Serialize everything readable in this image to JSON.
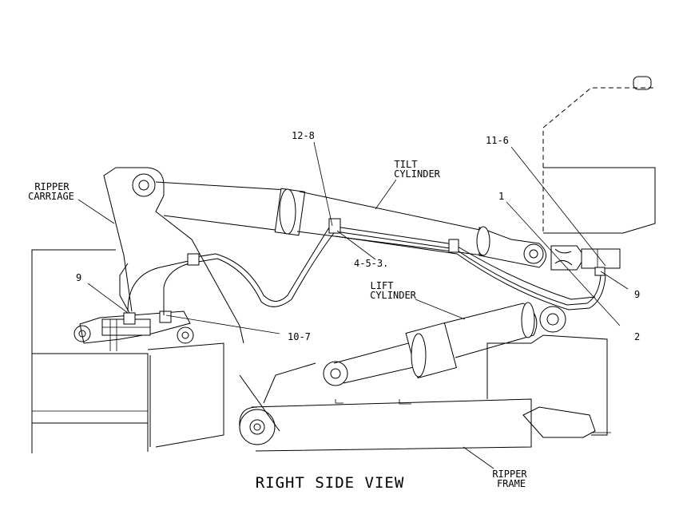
{
  "view_title": "RIGHT SIDE VIEW",
  "labels": {
    "ripper_carriage_1": "RIPPER",
    "ripper_carriage_2": "CARRIAGE",
    "tilt_cylinder_1": "TILT",
    "tilt_cylinder_2": "CYLINDER",
    "lift_cylinder_1": "LIFT",
    "lift_cylinder_2": "CYLINDER",
    "ripper_frame_1": "RIPPER",
    "ripper_frame_2": "FRAME"
  },
  "callouts": {
    "c_12_8": "12-8",
    "c_11_6": "11-6",
    "c_1": "1",
    "c_9_left": "9",
    "c_9_right": "9",
    "c_4_5_3": "4-5-3.",
    "c_10_7": "10-7",
    "c_2": "2"
  }
}
